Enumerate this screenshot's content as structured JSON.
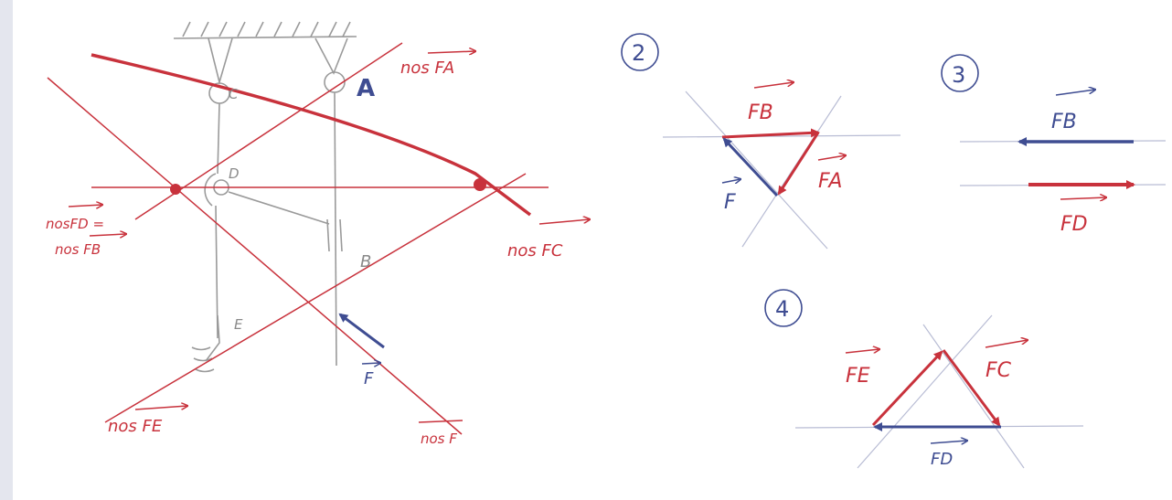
{
  "sketch": {
    "points": {
      "A": "A",
      "B": "B",
      "C": "C",
      "D": "D",
      "E": "E"
    },
    "line_labels": {
      "nosFA": "nos FA",
      "nosFD_eq": "nosFD =",
      "nosFB": "nos FB",
      "nosFC": "nos FC",
      "nosFE": "nos FE",
      "nosF": "nos F"
    },
    "force_label": "F"
  },
  "diagram_2": {
    "number": "2",
    "labels": {
      "FB": "FB",
      "F": "F",
      "FA": "FA"
    }
  },
  "diagram_3": {
    "number": "3",
    "labels": {
      "FB": "FB",
      "FD": "FD"
    }
  },
  "diagram_4": {
    "number": "4",
    "labels": {
      "FE": "FE",
      "FC": "FC",
      "FD": "FD"
    }
  },
  "colors": {
    "red": "#c8323c",
    "blue": "#3f4d92",
    "grey_pencil": "#9a9a9a",
    "light_pencil": "#b8bcd4"
  }
}
